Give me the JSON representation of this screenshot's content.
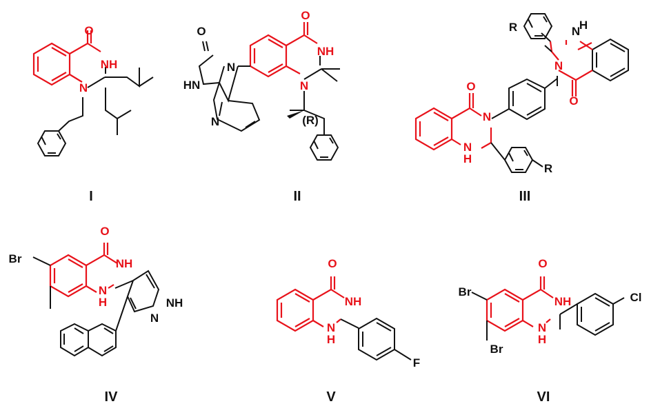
{
  "colors": {
    "core": "#e8121a",
    "bond": "#111111",
    "background": "#ffffff"
  },
  "compounds": {
    "c1": {
      "label": "I",
      "atoms": {
        "o": "O",
        "nh": "NH",
        "n": "N"
      }
    },
    "c2": {
      "label": "II",
      "atoms": {
        "o_left": "O",
        "hn": "HN",
        "n_imid": "N",
        "n_pyr": "N",
        "o_right": "O",
        "nh": "NH",
        "n_ring": "N",
        "stereo": "(R)"
      }
    },
    "c3": {
      "label": "III",
      "atoms": {
        "r_top": "R",
        "nh_top": "N\nH",
        "n_top": "N",
        "o_top": "O",
        "o_bottom": "O",
        "n_bottom": "N",
        "nh_bottom": "N\nH",
        "r_bottom": "R"
      }
    },
    "c4": {
      "label": "IV",
      "atoms": {
        "br": "Br",
        "o": "O",
        "nh": "NH",
        "nh_low": "N\nH",
        "nh_pyr": "NH",
        "n_pyr": "N"
      }
    },
    "c5": {
      "label": "V",
      "atoms": {
        "o": "O",
        "nh": "NH",
        "nh_low": "N\nH",
        "f": "F"
      }
    },
    "c6": {
      "label": "VI",
      "atoms": {
        "br_top": "Br",
        "o": "O",
        "nh": "NH",
        "nh_low": "N\nH",
        "br_bottom": "Br",
        "cl": "Cl"
      }
    }
  }
}
